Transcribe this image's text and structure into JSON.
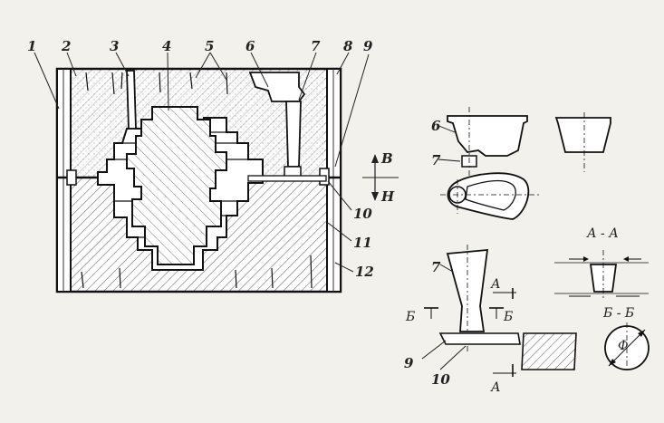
{
  "figure": {
    "callouts": {
      "n1": "1",
      "n2": "2",
      "n3": "3",
      "n4": "4",
      "n5": "5",
      "n6": "6",
      "n7": "7",
      "n8": "8",
      "n9": "9",
      "n10": "10",
      "n11": "11",
      "n12": "12"
    },
    "direction": {
      "up": "В",
      "down": "Н"
    },
    "right_parts": {
      "cup_label": "6",
      "nozzle_label": "7",
      "sprue_label": "7",
      "label_9": "9",
      "label_10": "10",
      "section_a": "А - А",
      "section_b": "Б - Б",
      "cut_a_top": "А",
      "cut_a_bottom": "А",
      "cut_b_left": "Б",
      "cut_b_right": "Б",
      "phi": "Ф"
    }
  }
}
